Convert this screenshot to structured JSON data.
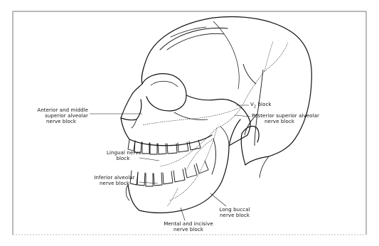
{
  "figure": {
    "labels": {
      "anterior_middle_line1": "Anterior and middle",
      "anterior_middle_line2": "superior alveolar",
      "anterior_middle_line3": "nerve block",
      "v2_block": "V",
      "v2_sub": "2",
      "v2_rest": " block",
      "posterior_line1": "Posterior superior alveolar",
      "posterior_line2": "nerve block",
      "lingual_line1": "Lingual nerve",
      "lingual_line2": "block",
      "inferior_line1": "Inferior alveolar",
      "inferior_line2": "nerve block",
      "long_buccal_line1": "Long buccal",
      "long_buccal_line2": "nerve block",
      "mental_line1": "Mental and incisive",
      "mental_line2": "nerve block"
    }
  }
}
